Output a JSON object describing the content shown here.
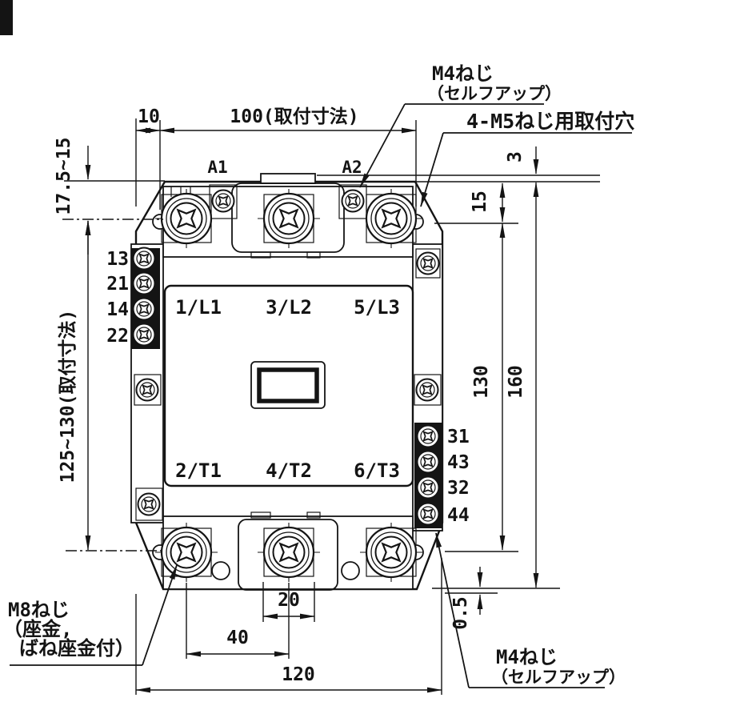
{
  "drawing": {
    "callouts": {
      "m4_top": {
        "l1": "M4ねじ",
        "l2": "（セルフアップ）"
      },
      "m5_holes": {
        "l1": "4-M5ねじ用取付穴"
      },
      "m8_bottom": {
        "l1": "M8ねじ",
        "l2": "（座金,",
        "l3": "ばね座金付）"
      },
      "m4_bottom": {
        "l1": "M4ねじ",
        "l2": "（セルフアップ）"
      }
    },
    "dims": {
      "d10": "10",
      "d100": "100(取付寸法)",
      "d17": "17.5~15",
      "d125": "125~130(取付寸法)",
      "d3": "3",
      "d15": "15",
      "d130": "130",
      "d160": "160",
      "d05": "0.5",
      "d20": "20",
      "d40": "40",
      "d120": "120"
    },
    "terminals": {
      "coil": [
        "A1",
        "A2"
      ],
      "aux_left": [
        "13",
        "21",
        "14",
        "22"
      ],
      "aux_right": [
        "31",
        "43",
        "32",
        "44"
      ],
      "main_top": [
        "1/L1",
        "3/L2",
        "5/L3"
      ],
      "main_bottom": [
        "2/T1",
        "4/T2",
        "6/T3"
      ]
    },
    "colors": {
      "ink": "#141414",
      "paper": "#ffffff"
    }
  }
}
